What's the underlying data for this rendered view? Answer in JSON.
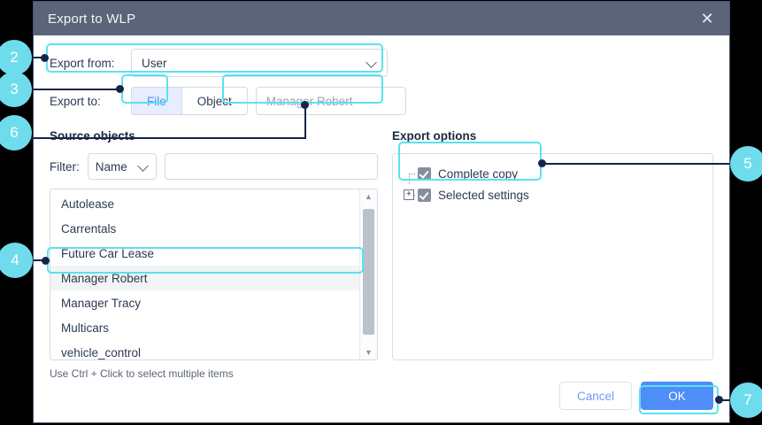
{
  "dialog": {
    "title": "Export to WLP",
    "close_icon": "close-icon"
  },
  "form": {
    "export_from_label": "Export from:",
    "export_from_value": "User",
    "export_to_label": "Export to:",
    "segments": [
      {
        "label": "File",
        "active": true
      },
      {
        "label": "Object",
        "active": false
      }
    ],
    "file_name_placeholder": "Manager Robert",
    "file_name_value": ""
  },
  "source_objects": {
    "heading": "Source objects",
    "filter_label": "Filter:",
    "filter_field": "Name",
    "filter_value": "",
    "filter_placeholder": "",
    "items": [
      {
        "label": "Autolease",
        "selected": false
      },
      {
        "label": "Carrentals",
        "selected": false
      },
      {
        "label": "Future Car Lease",
        "selected": false
      },
      {
        "label": "Manager Robert",
        "selected": true
      },
      {
        "label": "Manager Tracy",
        "selected": false
      },
      {
        "label": "Multicars",
        "selected": false
      },
      {
        "label": "vehicle_control",
        "selected": false
      }
    ],
    "hint": "Use Ctrl + Click to select multiple items",
    "scroll_up_icon": "caret-up-icon",
    "scroll_down_icon": "caret-down-icon"
  },
  "export_options": {
    "heading": "Export options",
    "items": [
      {
        "label": "Complete copy",
        "checked": true,
        "expandable": false
      },
      {
        "label": "Selected settings",
        "checked": true,
        "expandable": true,
        "expander": "+"
      }
    ]
  },
  "footer": {
    "cancel_label": "Cancel",
    "ok_label": "OK"
  },
  "callouts": [
    {
      "number": "2"
    },
    {
      "number": "3"
    },
    {
      "number": "6"
    },
    {
      "number": "4"
    },
    {
      "number": "5"
    },
    {
      "number": "7"
    }
  ],
  "colors": {
    "titlebar": "#5b6478",
    "accent_blue": "#4f8df8",
    "callout_cyan": "#6fdced",
    "callout_line": "#16244a",
    "highlight": "#5ce1f0"
  }
}
